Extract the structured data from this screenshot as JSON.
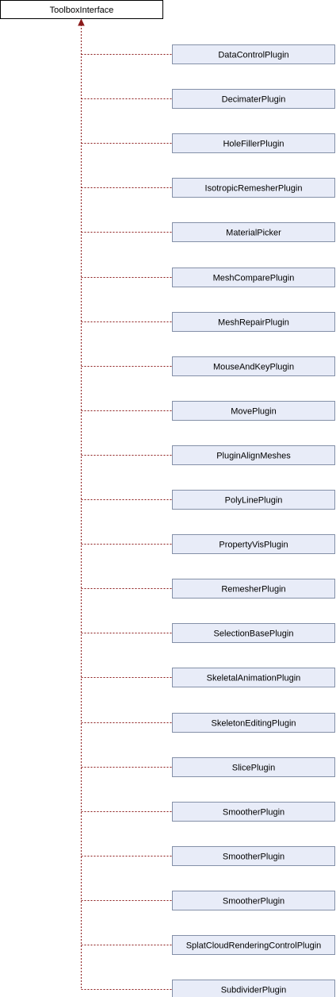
{
  "diagram": {
    "base": {
      "label": "ToolboxInterface",
      "fill": "#ffffff",
      "stroke": "#000000"
    },
    "children": [
      {
        "label": "DataControlPlugin"
      },
      {
        "label": "DecimaterPlugin"
      },
      {
        "label": "HoleFillerPlugin"
      },
      {
        "label": "IsotropicRemesherPlugin"
      },
      {
        "label": "MaterialPicker"
      },
      {
        "label": "MeshComparePlugin"
      },
      {
        "label": "MeshRepairPlugin"
      },
      {
        "label": "MouseAndKeyPlugin"
      },
      {
        "label": "MovePlugin"
      },
      {
        "label": "PluginAlignMeshes"
      },
      {
        "label": "PolyLinePlugin"
      },
      {
        "label": "PropertyVisPlugin"
      },
      {
        "label": "RemesherPlugin"
      },
      {
        "label": "SelectionBasePlugin"
      },
      {
        "label": "SkeletalAnimationPlugin"
      },
      {
        "label": "SkeletonEditingPlugin"
      },
      {
        "label": "SlicePlugin"
      },
      {
        "label": "SmootherPlugin"
      },
      {
        "label": "SmootherPlugin"
      },
      {
        "label": "SmootherPlugin"
      },
      {
        "label": "SplatCloudRenderingControlPlugin"
      },
      {
        "label": "SubdividerPlugin"
      }
    ],
    "colors": {
      "child_fill": "#e8ecf8",
      "child_stroke": "#8490a8",
      "edge": "#8b1a1a",
      "arrowhead": "#8b1a1a"
    }
  }
}
